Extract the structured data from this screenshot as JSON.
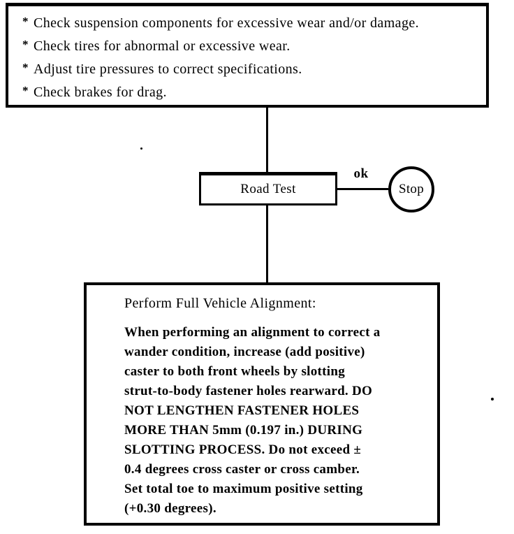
{
  "page": {
    "background": "#ffffff",
    "ink": "#000000"
  },
  "checklist_box": {
    "bullet": "*",
    "items": [
      "Check suspension components for excessive wear and/or damage.",
      "Check tires for abnormal or excessive wear.",
      "Adjust tire pressures to correct specifications.",
      "Check brakes for drag."
    ]
  },
  "flowchart": {
    "road_test_label": "Road Test",
    "ok_label": "ok",
    "stop_label": "Stop"
  },
  "alignment_box": {
    "title": "Perform Full Vehicle Alignment:",
    "body": "When performing an alignment to correct a\nwander condition, increase (add positive)\ncaster to both front wheels by slotting\nstrut-to-body fastener holes rearward. DO\nNOT LENGTHEN FASTENER HOLES\nMORE THAN 5mm (0.197 in.) DURING\nSLOTTING PROCESS. Do not exceed ±\n0.4 degrees cross caster or cross camber.\nSet total toe to maximum positive setting\n(+0.30 degrees)."
  }
}
